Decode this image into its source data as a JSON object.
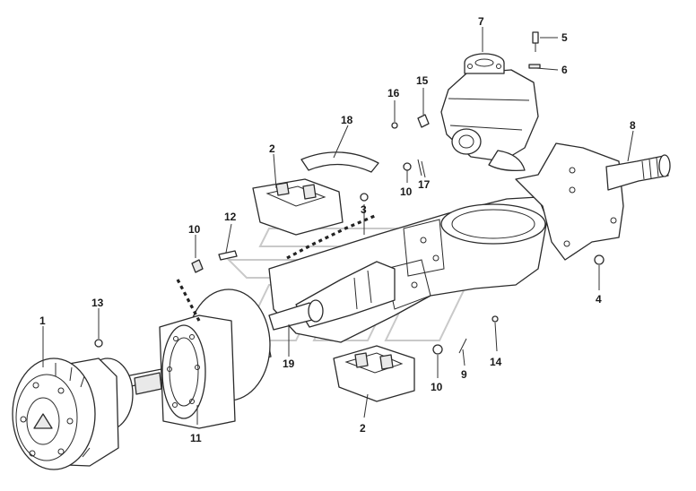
{
  "diagram": {
    "callouts": [
      {
        "id": "c1",
        "label": "1"
      },
      {
        "id": "c13",
        "label": "13"
      },
      {
        "id": "c11",
        "label": "11"
      },
      {
        "id": "c19",
        "label": "19"
      },
      {
        "id": "c10a",
        "label": "10"
      },
      {
        "id": "c12",
        "label": "12"
      },
      {
        "id": "c2a",
        "label": "2"
      },
      {
        "id": "c18",
        "label": "18"
      },
      {
        "id": "c3",
        "label": "3"
      },
      {
        "id": "c16",
        "label": "16"
      },
      {
        "id": "c15",
        "label": "15"
      },
      {
        "id": "c7",
        "label": "7"
      },
      {
        "id": "c5",
        "label": "5"
      },
      {
        "id": "c6",
        "label": "6"
      },
      {
        "id": "c8",
        "label": "8"
      },
      {
        "id": "c10b",
        "label": "10"
      },
      {
        "id": "c17",
        "label": "17"
      },
      {
        "id": "c4",
        "label": "4"
      },
      {
        "id": "c14",
        "label": "14"
      },
      {
        "id": "c9",
        "label": "9"
      },
      {
        "id": "c10c",
        "label": "10"
      },
      {
        "id": "c2b",
        "label": "2"
      }
    ]
  }
}
